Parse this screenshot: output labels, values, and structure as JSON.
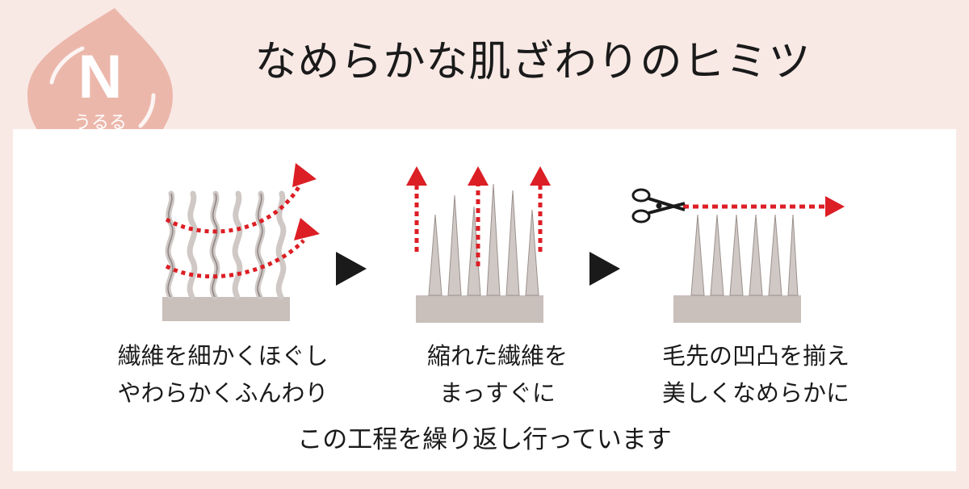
{
  "badge": {
    "letter": "N",
    "sub": "うるる"
  },
  "title": "なめらかな肌ざわりのヒミツ",
  "steps": [
    {
      "line1": "繊維を細かくほぐし",
      "line2": "やわらかくふんわり"
    },
    {
      "line1": "縮れた繊維を",
      "line2": "まっすぐに"
    },
    {
      "line1": "毛先の凹凸を揃え",
      "line2": "美しくなめらかに"
    }
  ],
  "footer": "この工程を繰り返し行っています",
  "colors": {
    "background": "#f8e9e5",
    "panel": "#ffffff",
    "accent_red": "#dc1e25",
    "badge_pink": "#ecb7ab",
    "base_gray": "#c9bfbb",
    "fiber_gray": "#cfc8c5"
  },
  "icons": [
    "water-drop-icon",
    "scissors-icon",
    "play-arrow-icon",
    "dotted-arrow-icon"
  ]
}
